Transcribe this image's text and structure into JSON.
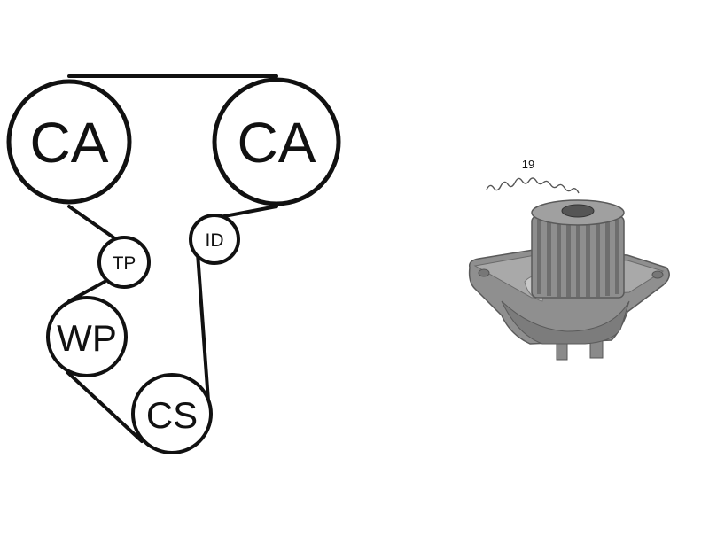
{
  "belt_diagram": {
    "pulleys": {
      "cam_left": "CA",
      "cam_right": "CA",
      "tensioner": "TP",
      "idler": "ID",
      "water_pump": "WP",
      "crankshaft": "CS"
    }
  },
  "water_pump": {
    "teeth_count": "19"
  },
  "colors": {
    "line": "#111111",
    "pump_body": "#8f8f8f",
    "pump_dark": "#6e6e6e",
    "pump_light": "#b8b8b8"
  }
}
